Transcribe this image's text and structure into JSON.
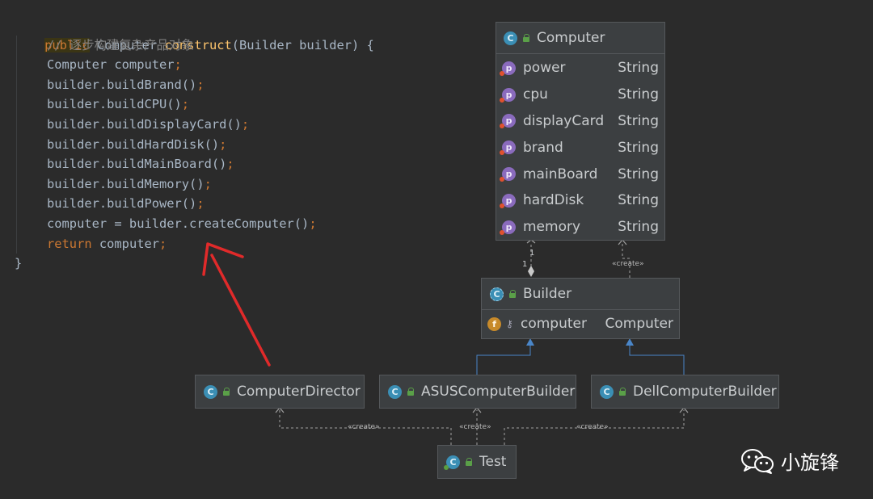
{
  "code": {
    "l1": {
      "kw": "public",
      "a": " Computer ",
      "fn": "construct",
      "b": "(Builder builder) {"
    },
    "l2": {
      "comment": "// 逐步构建复杂产品对象"
    },
    "l3": {
      "a": "Computer computer",
      "p": ";"
    },
    "l4": {
      "a": "builder.buildBrand()",
      "p": ";"
    },
    "l5": {
      "a": "builder.buildCPU()",
      "p": ";"
    },
    "l6": {
      "a": "builder.buildDisplayCard()",
      "p": ";"
    },
    "l7": {
      "a": "builder.buildHardDisk()",
      "p": ";"
    },
    "l8": {
      "a": "builder.buildMainBoard()",
      "p": ";"
    },
    "l9": {
      "a": "builder.buildMemory()",
      "p": ";"
    },
    "l10": {
      "a": "builder.buildPower()",
      "p": ";"
    },
    "l11": {
      "a": "computer = builder.createComputer()",
      "p": ";"
    },
    "l12": {
      "kw": "return",
      "a": " computer",
      "p": ";"
    },
    "l13": {
      "a": "}"
    }
  },
  "computer_class": {
    "name": "Computer",
    "icon": "class-icon",
    "fields": [
      {
        "name": "power",
        "type": "String"
      },
      {
        "name": "cpu",
        "type": "String"
      },
      {
        "name": "displayCard",
        "type": "String"
      },
      {
        "name": "brand",
        "type": "String"
      },
      {
        "name": "mainBoard",
        "type": "String"
      },
      {
        "name": "hardDisk",
        "type": "String"
      },
      {
        "name": "memory",
        "type": "String"
      }
    ]
  },
  "builder_class": {
    "name": "Builder",
    "icon": "abstract-class-icon",
    "fields": [
      {
        "name": "computer",
        "type": "Computer"
      }
    ]
  },
  "director_class": {
    "name": "ComputerDirector"
  },
  "asus_class": {
    "name": "ASUSComputerBuilder"
  },
  "dell_class": {
    "name": "DellComputerBuilder"
  },
  "test_class": {
    "name": "Test"
  },
  "labels": {
    "create": "«create»",
    "mult_top": "1",
    "mult_bottom": "1"
  },
  "brand": {
    "name": "小旋锋",
    "icon": "wechat-icon"
  },
  "colors": {
    "arrow": "#e02a2a",
    "inherit": "#4a86c8",
    "dep": "#a0a0a0"
  }
}
